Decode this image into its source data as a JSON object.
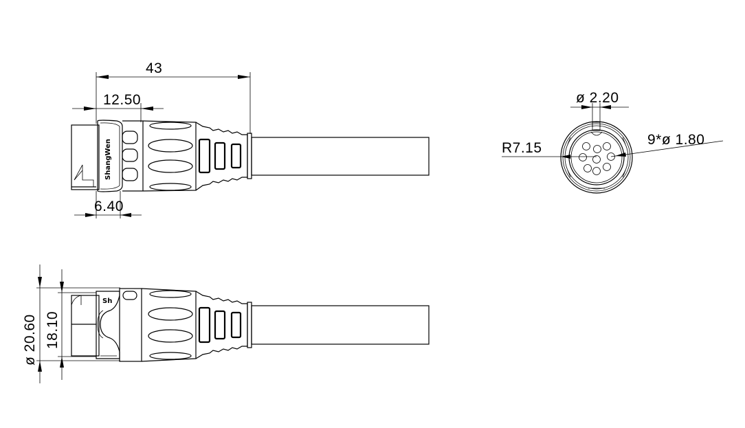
{
  "drawing": {
    "subject": "Circular connector with overmolded cable",
    "brand_mark": "ShangWen",
    "line_color": "#000000",
    "background": "#ffffff"
  },
  "side_view_top": {
    "dimensions": {
      "overall_length": "43",
      "coupling_length": "12.50",
      "nose_length": "6.40"
    }
  },
  "end_view": {
    "dimensions": {
      "key_diameter": "ø 2.20",
      "outer_radius": "R7.15",
      "pin_spec": "9*ø 1.80"
    },
    "pin_count": 9
  },
  "side_view_bottom": {
    "dimensions": {
      "outer_diameter": "ø 20.60",
      "inner_diameter": "18.10"
    },
    "brand_mark_partial": "Sh"
  }
}
